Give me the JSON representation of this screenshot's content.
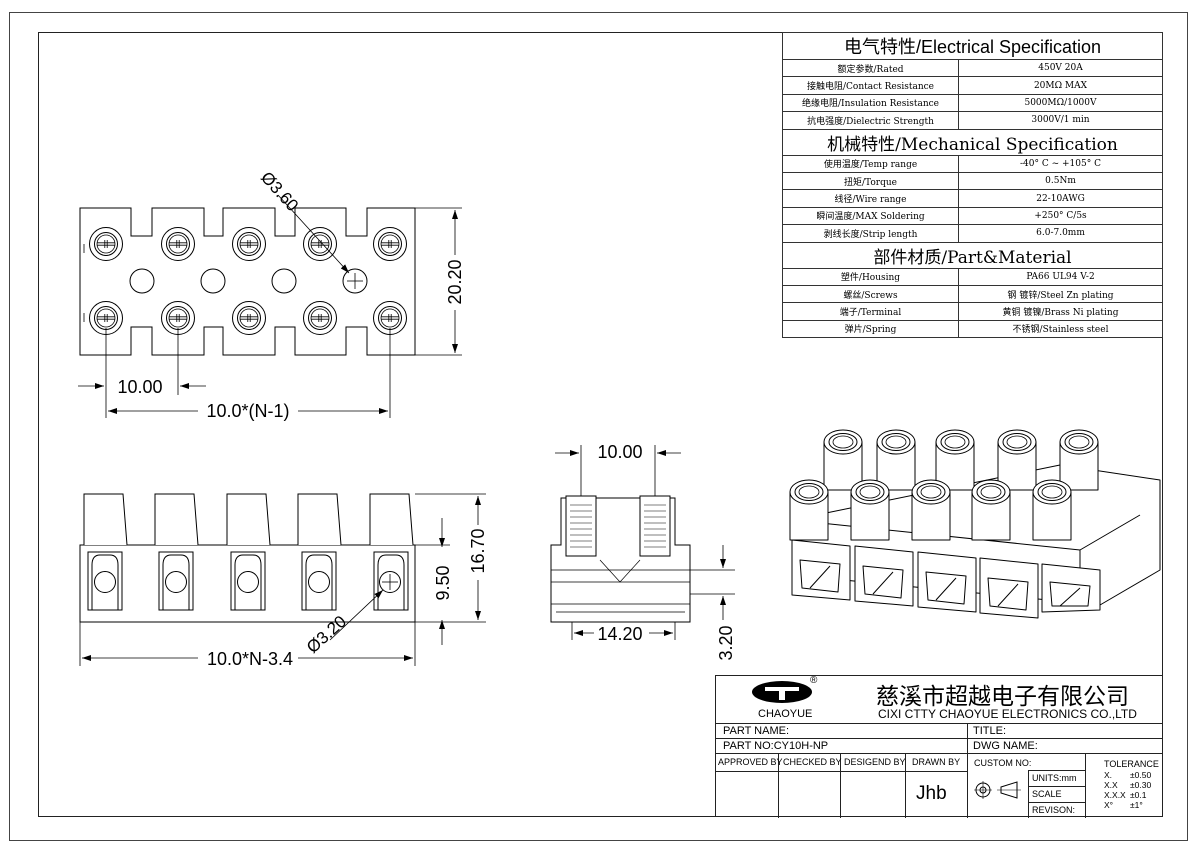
{
  "specs": {
    "electrical_title": "电气特性/Electrical Specification",
    "electrical": [
      {
        "label": "额定参数/Rated",
        "value": "450V  20A"
      },
      {
        "label": "接触电阻/Contact Resistance",
        "value": "20MΩ MAX"
      },
      {
        "label": "绝缘电阻/Insulation Resistance",
        "value": "5000MΩ/1000V"
      },
      {
        "label": "抗电强度/Dielectric Strength",
        "value": "3000V/1 min"
      }
    ],
    "mechanical_title": "机械特性/Mechanical Specification",
    "mechanical": [
      {
        "label": "使用温度/Temp range",
        "value": "-40° C ~ +105° C"
      },
      {
        "label": "扭矩/Torque",
        "value": "0.5Nm"
      },
      {
        "label": "线径/Wire range",
        "value": "22-10AWG"
      },
      {
        "label": "瞬间温度/MAX Soldering",
        "value": "+250° C/5s"
      },
      {
        "label": "剥线长度/Strip length",
        "value": "6.0-7.0mm"
      }
    ],
    "material_title": "部件材质/Part&Material",
    "material": [
      {
        "label": "塑件/Housing",
        "value": "PA66 UL94 V-2"
      },
      {
        "label": "螺丝/Screws",
        "value": "钢 镀锌/Steel Zn plating"
      },
      {
        "label": "端子/Terminal",
        "value": "黄铜 镀镍/Brass Ni  plating"
      },
      {
        "label": "弹片/Spring",
        "value": "不锈钢/Stainless steel"
      }
    ]
  },
  "dims": {
    "hole_dia": "Ø3.60",
    "height_top": "20.20",
    "pitch": "10.00",
    "span": "10.0*(N-1)",
    "side_height": "16.70",
    "side_body": "9.50",
    "screw_dia": "Ø3.20",
    "length": "10.0*N-3.4",
    "end_pitch": "10.00",
    "end_width": "14.20",
    "end_base": "3.20"
  },
  "title_block": {
    "logo_text": "CHAOYUE",
    "company_cn": "慈溪市超越电子有限公司",
    "company_en": "CIXI CTTY CHAOYUE ELECTRONICS CO.,LTD",
    "part_name": "PART NAME:",
    "title": "TITLE:",
    "part_no": "PART NO:CY10H-NP",
    "dwg_name": "DWG NAME:",
    "approved": "APPROVED BY",
    "checked": "CHECKED BY",
    "designed": "DESIGEND BY",
    "drawn": "DRAWN BY",
    "drawn_name": "Jhb",
    "custom_no": "CUSTOM NO:",
    "units": "UNITS:mm",
    "scale": "SCALE",
    "revision": "REVISON:",
    "tolerance": "TOLERANCE",
    "tol_rows": [
      {
        "k": "X.",
        "v": "±0.50"
      },
      {
        "k": "X.X",
        "v": "±0.30"
      },
      {
        "k": "X.X.X",
        "v": "±0.1"
      },
      {
        "k": "X°",
        "v": "±1°"
      }
    ]
  }
}
